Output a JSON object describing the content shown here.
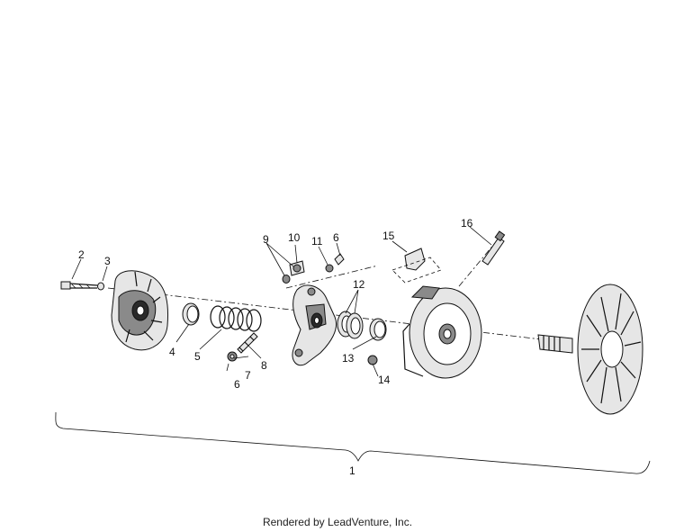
{
  "callouts": {
    "c1": "1",
    "c2": "2",
    "c3": "3",
    "c4": "4",
    "c5": "5",
    "c6a": "6",
    "c6b": "6",
    "c7": "7",
    "c8": "8",
    "c9": "9",
    "c10": "10",
    "c11": "11",
    "c12": "12",
    "c13": "13",
    "c14": "14",
    "c15": "15",
    "c16": "16"
  },
  "footer": "Rendered by LeadVenture, Inc."
}
